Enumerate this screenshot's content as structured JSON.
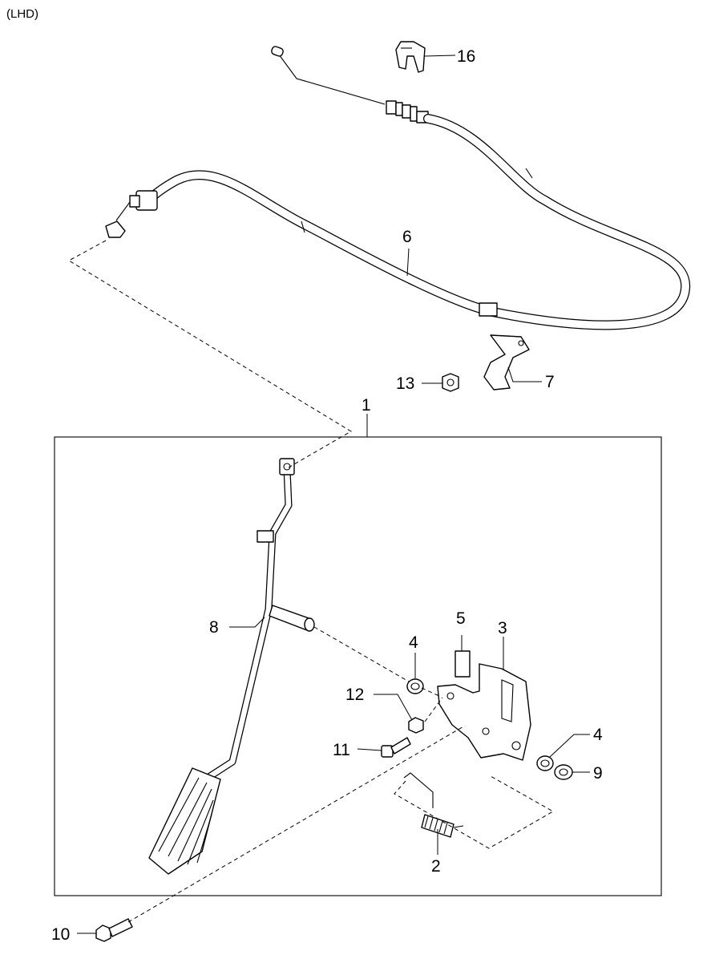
{
  "header": {
    "variant": "(LHD)"
  },
  "callouts": {
    "c1": "1",
    "c2": "2",
    "c3": "3",
    "c4a": "4",
    "c4b": "4",
    "c5": "5",
    "c6": "6",
    "c7": "7",
    "c8": "8",
    "c9": "9",
    "c10": "10",
    "c11": "11",
    "c12": "12",
    "c13": "13",
    "c16": "16"
  }
}
